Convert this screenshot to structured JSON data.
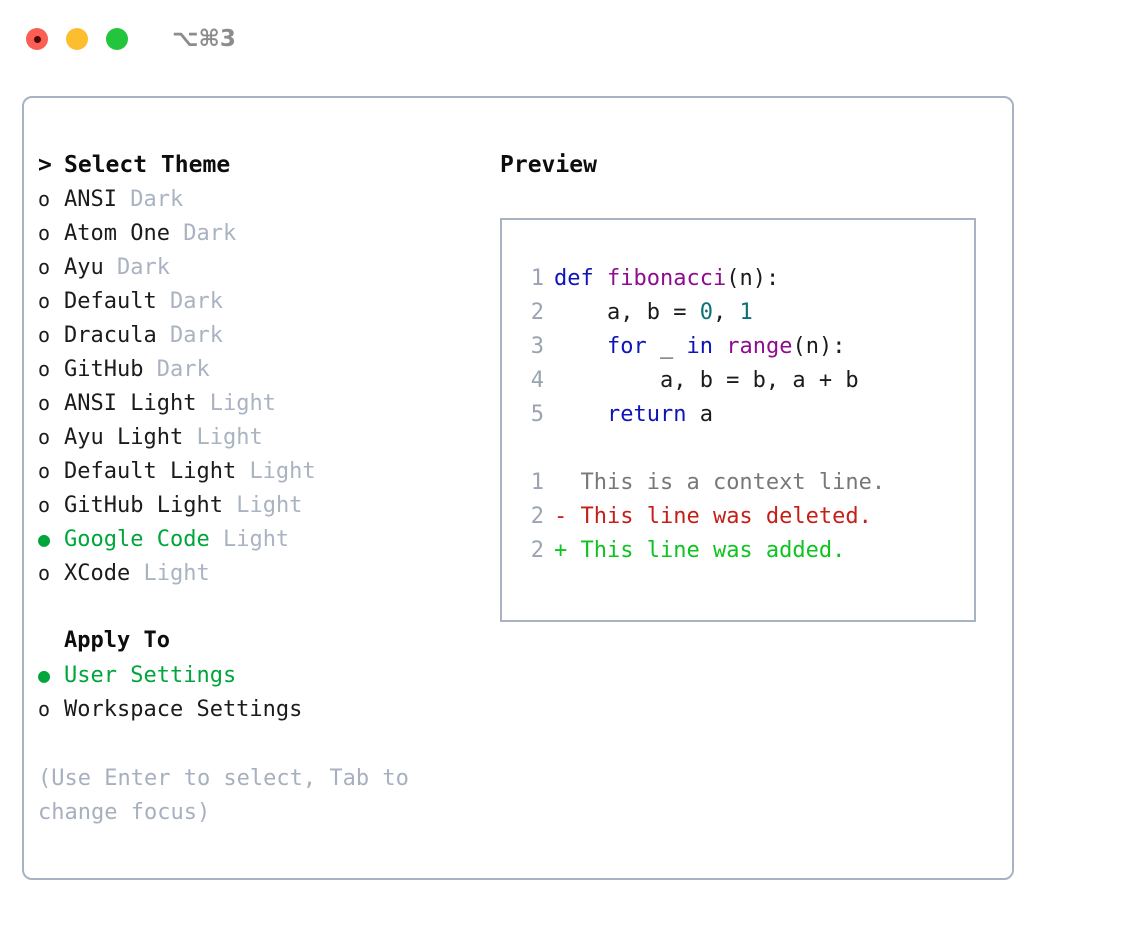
{
  "titlebar": {
    "shortcut": "⌥⌘3",
    "buttons": [
      {
        "name": "close",
        "color": "#fa5e55"
      },
      {
        "name": "minimize",
        "color": "#fcbe2f"
      },
      {
        "name": "maximize",
        "color": "#23c53d"
      }
    ]
  },
  "theme_panel": {
    "header_caret": ">",
    "header_label": "Select Theme",
    "unselected_marker": "o",
    "selected_marker": "●",
    "items": [
      {
        "marker": "o",
        "name": "ANSI",
        "variant": "Dark",
        "selected": false
      },
      {
        "marker": "o",
        "name": "Atom One",
        "variant": "Dark",
        "selected": false
      },
      {
        "marker": "o",
        "name": "Ayu",
        "variant": "Dark",
        "selected": false
      },
      {
        "marker": "o",
        "name": "Default",
        "variant": "Dark",
        "selected": false
      },
      {
        "marker": "o",
        "name": "Dracula",
        "variant": "Dark",
        "selected": false
      },
      {
        "marker": "o",
        "name": "GitHub",
        "variant": "Dark",
        "selected": false
      },
      {
        "marker": "o",
        "name": "ANSI Light",
        "variant": "Light",
        "selected": false
      },
      {
        "marker": "o",
        "name": "Ayu Light",
        "variant": "Light",
        "selected": false
      },
      {
        "marker": "o",
        "name": "Default Light",
        "variant": "Light",
        "selected": false
      },
      {
        "marker": "o",
        "name": "GitHub Light",
        "variant": "Light",
        "selected": false
      },
      {
        "marker": "●",
        "name": "Google Code",
        "variant": "Light",
        "selected": true
      },
      {
        "marker": "o",
        "name": "XCode",
        "variant": "Light",
        "selected": false
      }
    ]
  },
  "apply_to": {
    "header_label": "Apply To",
    "items": [
      {
        "marker": "●",
        "name": "User Settings",
        "selected": true
      },
      {
        "marker": "o",
        "name": "Workspace Settings",
        "selected": false
      }
    ]
  },
  "hint": "(Use Enter to select, Tab to change focus)",
  "preview": {
    "title": "Preview",
    "code_lines": [
      {
        "lno": "1",
        "tokens": [
          {
            "t": "def ",
            "c": "kw"
          },
          {
            "t": "fibonacci",
            "c": "fn"
          },
          {
            "t": "(n):",
            "c": "plain"
          }
        ]
      },
      {
        "lno": "2",
        "tokens": [
          {
            "t": "    a, b = ",
            "c": "plain"
          },
          {
            "t": "0",
            "c": "num"
          },
          {
            "t": ", ",
            "c": "plain"
          },
          {
            "t": "1",
            "c": "num"
          }
        ]
      },
      {
        "lno": "3",
        "tokens": [
          {
            "t": "    ",
            "c": "plain"
          },
          {
            "t": "for",
            "c": "kw"
          },
          {
            "t": " _ ",
            "c": "plain"
          },
          {
            "t": "in",
            "c": "kw"
          },
          {
            "t": " ",
            "c": "plain"
          },
          {
            "t": "range",
            "c": "fn"
          },
          {
            "t": "(n):",
            "c": "plain"
          }
        ]
      },
      {
        "lno": "4",
        "tokens": [
          {
            "t": "        a, b = b, a + b",
            "c": "plain"
          }
        ]
      },
      {
        "lno": "5",
        "tokens": [
          {
            "t": "    ",
            "c": "plain"
          },
          {
            "t": "return",
            "c": "kw"
          },
          {
            "t": " a",
            "c": "plain"
          }
        ]
      }
    ],
    "diff_lines": [
      {
        "lno": "1",
        "sign": " ",
        "text": " This is a context line.",
        "kind": "ctx"
      },
      {
        "lno": "2",
        "sign": "-",
        "text": " This line was deleted.",
        "kind": "del"
      },
      {
        "lno": "2",
        "sign": "+",
        "text": " This line was added.",
        "kind": "add"
      }
    ]
  },
  "colors": {
    "accent_green": "#00a63c",
    "border": "#a9b2c3",
    "muted": "#aab3c2",
    "keyword": "#0d14b8",
    "function": "#8e0d8e",
    "number": "#0a7272",
    "diff_context": "#787878",
    "diff_deleted": "#c61f18",
    "diff_added": "#0fc320"
  }
}
